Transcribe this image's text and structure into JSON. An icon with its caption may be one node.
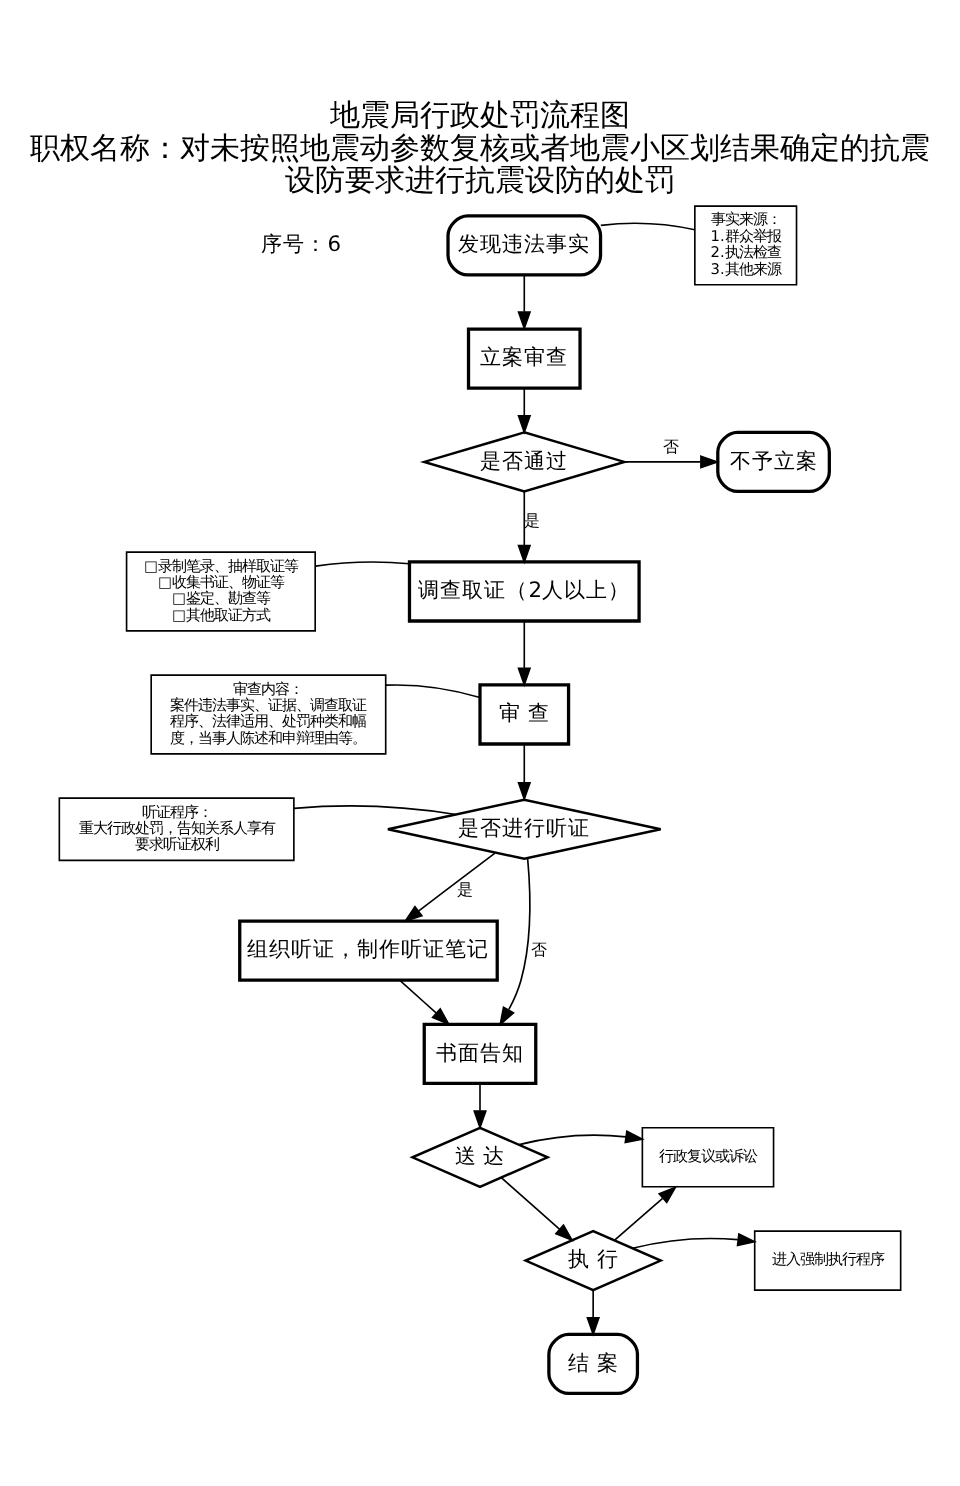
{
  "diagram": {
    "title": "地震局行政处罚流程图",
    "caption": "职权名称：对未按照地震动参数复核或者地震小区划结果确定的抗震设防要求进行抗震设防的处罚",
    "nodes": [
      {
        "text": [
          "发现违法事实"
        ]
      },
      {
        "text": [
          "事实来源：",
          "1.群众举报",
          "2.执法检查",
          "3.其他来源"
        ]
      },
      {
        "text": [
          "立案审查"
        ]
      },
      {
        "text": [
          "是否通过"
        ]
      },
      {
        "text": [
          "不予立案"
        ]
      },
      {
        "text": [
          "调查取证（2人以上）"
        ]
      },
      {
        "text": [
          "□录制笔录、抽样取证等",
          "□收集书证、物证等",
          "□鉴定、勘查等",
          "□其他取证方式"
        ]
      },
      {
        "text": [
          "审 查"
        ]
      },
      {
        "text": [
          "审查内容：",
          "案件违法事实、证据、调查取证程序、法律适用、处罚种类和幅度，当事人陈述和申辩理由等。"
        ]
      },
      {
        "text": [
          "是否进行听证"
        ]
      },
      {
        "text": [
          "听证程序：",
          "重大行政处罚，告知关系人享有要求听证权利"
        ]
      },
      {
        "text": [
          "组织听证，制作听证笔记"
        ]
      },
      {
        "text": [
          "书面告知"
        ]
      },
      {
        "text": [
          "行政复议或诉讼"
        ]
      },
      {
        "text": [
          "送 达"
        ]
      },
      {
        "text": [
          "执 行"
        ]
      },
      {
        "text": [
          "进入强制执行程序"
        ]
      },
      {
        "text": [
          "结 案"
        ]
      }
    ],
    "edges": [
      {
        "from": 0,
        "to": 2,
        "arrow": "to"
      },
      {
        "from": 0,
        "to": 1,
        "arrow": "none"
      },
      {
        "from": 2,
        "to": 3,
        "arrow": "to"
      },
      {
        "from": 3,
        "to": 4,
        "arrow": "to",
        "label": "否"
      },
      {
        "from": 3,
        "to": 5,
        "arrow": "to",
        "label": "是"
      },
      {
        "from": 6,
        "to": 5,
        "arrow": "none"
      },
      {
        "from": 5,
        "to": 7,
        "arrow": "to"
      },
      {
        "from": 8,
        "to": 7,
        "arrow": "none"
      },
      {
        "from": 7,
        "to": 9,
        "arrow": "to"
      },
      {
        "from": 10,
        "to": 9,
        "arrow": "none"
      },
      {
        "from": 9,
        "to": 11,
        "arrow": "to",
        "label": "是"
      },
      {
        "from": 9,
        "to": 12,
        "arrow": "to",
        "label": "否"
      },
      {
        "from": 11,
        "to": 12,
        "arrow": "to"
      },
      {
        "from": 12,
        "to": 14,
        "arrow": "to"
      },
      {
        "from": 14,
        "to": 13,
        "arrow": "to"
      },
      {
        "from": 14,
        "to": 15,
        "arrow": "to"
      },
      {
        "from": 15,
        "to": 13,
        "arrow": "to"
      },
      {
        "from": 15,
        "to": 16,
        "arrow": "to"
      },
      {
        "from": 15,
        "to": 17,
        "arrow": "to"
      }
    ],
    "labels": [
      "序号：6"
    ]
  }
}
